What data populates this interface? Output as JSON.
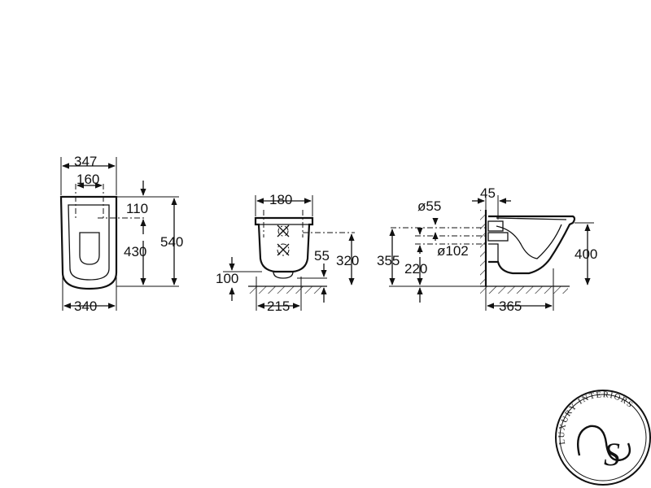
{
  "top_view": {
    "overall_width": "347",
    "fixing_spacing": "160",
    "fixing_offset": "110",
    "fixing_to_front": "430",
    "overall_length": "540",
    "bottom_width": "340"
  },
  "front_view": {
    "fixing_width": "180",
    "inlet_height_diff": "55",
    "outlet_height": "320",
    "floor_gap": "100",
    "base_width": "215"
  },
  "side_view": {
    "wall_offset": "45",
    "inlet_diameter": "ø55",
    "outlet_diameter": "ø102",
    "inlet_height": "355",
    "outlet_center_height": "220",
    "rim_height": "400",
    "projection": "365"
  },
  "logo": {
    "text": "LUXURY INTERIORS",
    "monogram": "S"
  }
}
